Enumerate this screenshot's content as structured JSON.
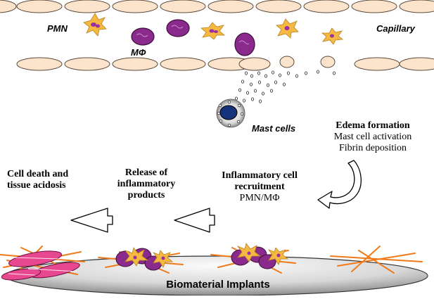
{
  "labels": {
    "pmn": "PMN",
    "mphi": "MΦ",
    "capillary": "Capillary",
    "mast_cells": "Mast cells",
    "edema_title": "Edema formation",
    "edema_line1": "Mast cell activation",
    "edema_line2": "Fibrin deposition",
    "recruit_line1": "Inflammatory cell",
    "recruit_line2": "recruitment",
    "recruit_line3": "PMN/MΦ",
    "release_line1": "Release of",
    "release_line2": "inflammatory",
    "release_line3": "products",
    "death_line1": "Cell death and",
    "death_line2": "tissue acidosis",
    "implant": "Biomaterial Implants"
  },
  "colors": {
    "endothelial_fill": "#fbe3cc",
    "pmn_fill": "#f5b941",
    "pmn_nucleus": "#9b2fa0",
    "macrophage_fill": "#8a2a8c",
    "mast_nucleus": "#15337a",
    "fiber": "#f07a1a",
    "pink_cell": "#e8488f",
    "implant_light": "#f4f4f4",
    "implant_dark": "#8c8c8c"
  },
  "icons": {
    "arrows": [
      "curved-arrow-icon",
      "left-arrow-icon",
      "left-arrow-icon"
    ]
  }
}
